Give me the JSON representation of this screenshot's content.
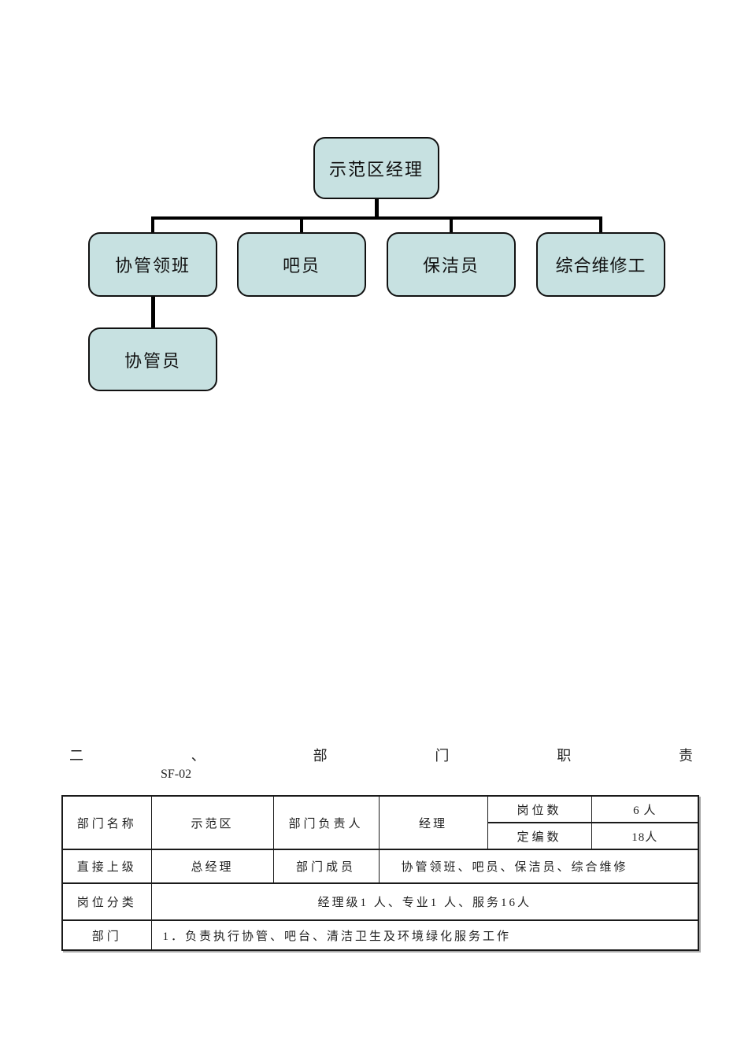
{
  "org_chart": {
    "box_fill": "#c7e1e1",
    "box_border": "#111111",
    "connector_color": "#000000",
    "root": {
      "label": "示范区经理"
    },
    "level2": [
      {
        "label": "协管领班"
      },
      {
        "label": "吧员"
      },
      {
        "label": "保洁员"
      },
      {
        "label": "综合维修工"
      }
    ],
    "level3": [
      {
        "label": "协管员"
      }
    ]
  },
  "section": {
    "heading_text": "二、部门职责",
    "heading_chars": [
      "二",
      "、",
      "部",
      "门",
      "职",
      "责"
    ],
    "code": "SF-02"
  },
  "table": {
    "header": {
      "dept_name_label": "部门名称",
      "dept_name_value": "示范区",
      "dept_head_label": "部门负责人",
      "dept_head_value": "经理",
      "post_count_label": "岗位数",
      "post_count_value": "6 人",
      "staffing_label": "定编数",
      "staffing_value": "18人"
    },
    "row_superior": {
      "superior_label": "直接上级",
      "superior_value": "总经理",
      "members_label": "部门成员",
      "members_value": "协管领班、吧员、保洁员、综合维修"
    },
    "row_classification": {
      "classification_label": "岗位分类",
      "classification_value": "经理级1 人、专业1 人、服务16人"
    },
    "row_duty": {
      "dept_label": "部门",
      "duty_value": "1．负责执行协管、吧台、清洁卫生及环境绿化服务工作"
    }
  }
}
